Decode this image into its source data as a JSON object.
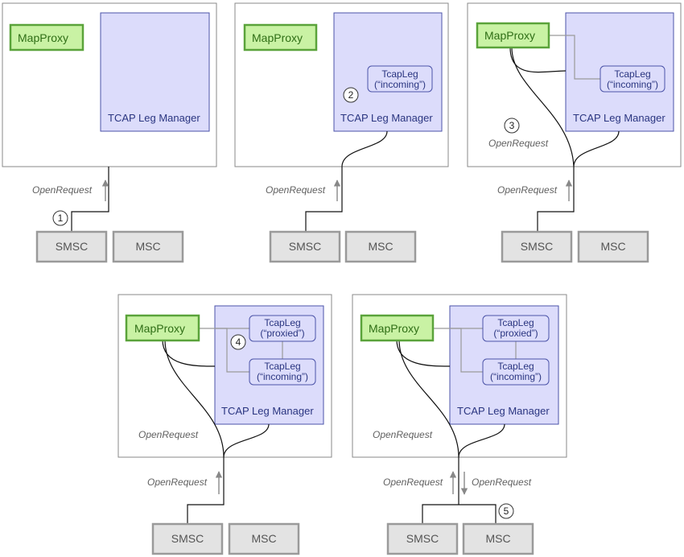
{
  "labels": {
    "mapproxy": "MapProxy",
    "manager": "TCAP Leg Manager",
    "smsc": "SMSC",
    "msc": "MSC",
    "open_request": "OpenRequest"
  },
  "legs": {
    "name": "TcapLeg",
    "incoming": "(“incoming”)",
    "proxied": "(“proxied”)"
  },
  "steps": [
    "1",
    "2",
    "3",
    "4",
    "5"
  ],
  "colors": {
    "manager_fill": "#dcdcfb",
    "manager_stroke": "#4b53a8",
    "proxy_fill": "#c9f2a4",
    "proxy_stroke": "#5aa33a",
    "node_fill": "#e3e3e3"
  }
}
